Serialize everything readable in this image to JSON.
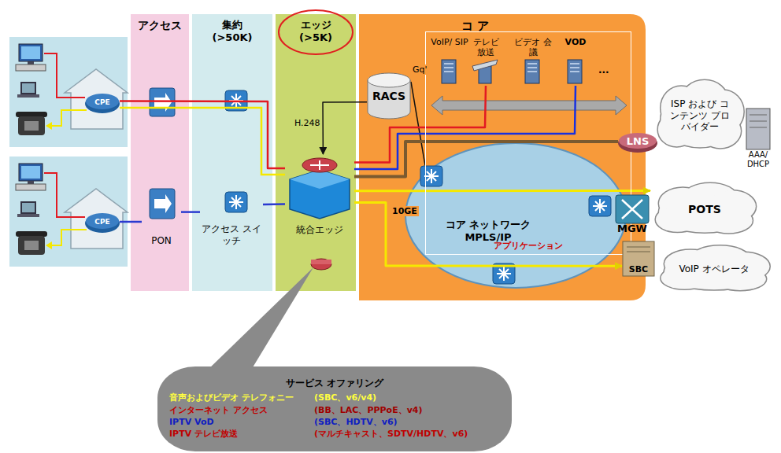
{
  "diagram": {
    "nodes": [
      {
        "text": [
          "アクセス"
        ]
      },
      {
        "text": [
          "集約 (>50K)"
        ]
      },
      {
        "text": [
          "エッジ (>5K)"
        ]
      },
      {
        "text": [
          "コ ア"
        ]
      },
      {
        "text": [
          "CPE"
        ]
      },
      {
        "text": [
          "CPE"
        ]
      },
      {
        "text": [
          "PON"
        ],
        "in": 0
      },
      {
        "text": [
          "アクセス スイッチ"
        ],
        "in": 1
      },
      {
        "text": [
          "統合エッジ"
        ],
        "in": 2
      },
      {
        "text": [
          "RACS"
        ],
        "in": 3
      },
      {
        "text": [
          "アプリケーション"
        ],
        "in": 3
      },
      {
        "text": [
          "VoIP/ SIP"
        ],
        "in": 10
      },
      {
        "text": [
          "テレビ 放送"
        ],
        "in": 10
      },
      {
        "text": [
          "ビデオ 会議"
        ],
        "in": 10
      },
      {
        "text": [
          "VOD"
        ],
        "in": 10
      },
      {
        "text": [
          "コア ネットワーク",
          "MPLS/IP"
        ],
        "in": 3
      },
      {
        "text": [
          "LNS"
        ],
        "in": 3
      },
      {
        "text": [
          "MGW"
        ],
        "in": 3
      },
      {
        "text": [
          "SBC"
        ],
        "in": 3
      },
      {
        "text": [
          "ISP および コンテンツ プロバイダー"
        ]
      },
      {
        "text": [
          "AAA/ DHCP"
        ]
      },
      {
        "text": [
          "POTS"
        ]
      },
      {
        "text": [
          "VoIP オペレータ"
        ]
      },
      {
        "text": [
          "サービス オファリング",
          "音声およびビデオ テレフォニー",
          "(SBC、v6/v4)",
          "インターネット アクセス",
          "(BB、LAC、PPPoE、v4)",
          "IPTV VoD",
          "(SBC、HDTV、v6)",
          "IPTV テレビ放送",
          "(マルチキャスト、SDTV/HDTV、v6)"
        ]
      }
    ],
    "edges": [
      {
        "from": 4,
        "to": 8,
        "arrow": "none"
      },
      {
        "from": 5,
        "to": 6,
        "arrow": "none"
      },
      {
        "from": 6,
        "to": 7,
        "arrow": "none"
      },
      {
        "from": 7,
        "to": 8,
        "arrow": "none"
      },
      {
        "from": 9,
        "to": 8,
        "label": "H.248",
        "arrow": "to"
      },
      {
        "from": 9,
        "to": 10,
        "label": "Gq'",
        "arrow": "none"
      },
      {
        "from": 8,
        "to": 12,
        "arrow": "none"
      },
      {
        "from": 8,
        "to": 14,
        "arrow": "none"
      },
      {
        "from": 8,
        "to": 16,
        "arrow": "none"
      },
      {
        "from": 8,
        "to": 21,
        "arrow": "to"
      },
      {
        "from": 8,
        "to": 18,
        "arrow": "to"
      }
    ],
    "labels": [
      "...",
      "10GE"
    ]
  }
}
